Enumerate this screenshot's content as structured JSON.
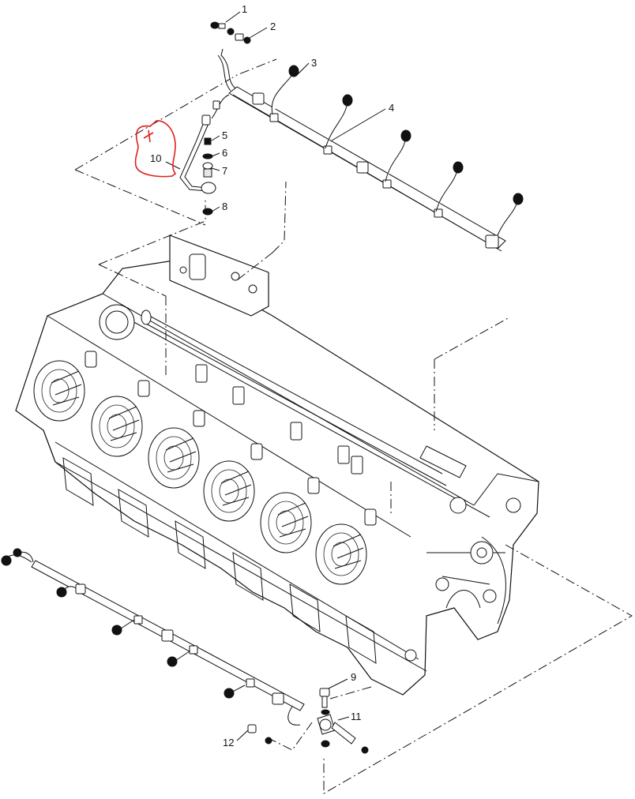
{
  "callouts": [
    {
      "id": "1",
      "label": "1"
    },
    {
      "id": "2",
      "label": "2"
    },
    {
      "id": "3",
      "label": "3"
    },
    {
      "id": "4",
      "label": "4"
    },
    {
      "id": "5",
      "label": "5"
    },
    {
      "id": "6",
      "label": "6"
    },
    {
      "id": "7",
      "label": "7"
    },
    {
      "id": "8",
      "label": "8"
    },
    {
      "id": "9",
      "label": "9"
    },
    {
      "id": "10",
      "label": "10"
    },
    {
      "id": "11",
      "label": "11"
    },
    {
      "id": "12",
      "label": "12"
    }
  ],
  "markup": {
    "color": "#e0201b"
  },
  "colors": {
    "line": "#111111",
    "background": "#ffffff"
  }
}
